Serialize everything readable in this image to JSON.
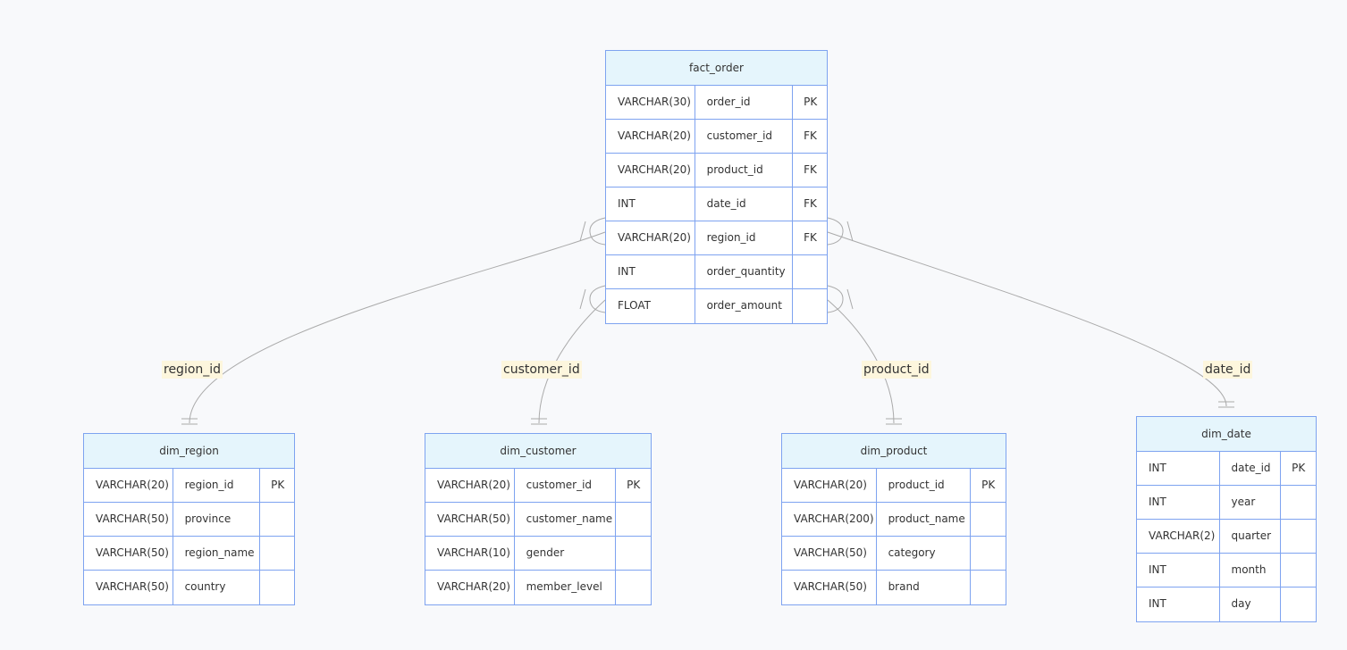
{
  "entities": [
    {
      "id": "fact_order",
      "name": "fact_order",
      "attributes": [
        {
          "type": "VARCHAR(30)",
          "name": "order_id",
          "key": "PK"
        },
        {
          "type": "VARCHAR(20)",
          "name": "customer_id",
          "key": "FK"
        },
        {
          "type": "VARCHAR(20)",
          "name": "product_id",
          "key": "FK"
        },
        {
          "type": "INT",
          "name": "date_id",
          "key": "FK"
        },
        {
          "type": "VARCHAR(20)",
          "name": "region_id",
          "key": "FK"
        },
        {
          "type": "INT",
          "name": "order_quantity",
          "key": ""
        },
        {
          "type": "FLOAT",
          "name": "order_amount",
          "key": ""
        }
      ]
    },
    {
      "id": "dim_region",
      "name": "dim_region",
      "attributes": [
        {
          "type": "VARCHAR(20)",
          "name": "region_id",
          "key": "PK"
        },
        {
          "type": "VARCHAR(50)",
          "name": "province",
          "key": ""
        },
        {
          "type": "VARCHAR(50)",
          "name": "region_name",
          "key": ""
        },
        {
          "type": "VARCHAR(50)",
          "name": "country",
          "key": ""
        }
      ]
    },
    {
      "id": "dim_customer",
      "name": "dim_customer",
      "attributes": [
        {
          "type": "VARCHAR(20)",
          "name": "customer_id",
          "key": "PK"
        },
        {
          "type": "VARCHAR(50)",
          "name": "customer_name",
          "key": ""
        },
        {
          "type": "VARCHAR(10)",
          "name": "gender",
          "key": ""
        },
        {
          "type": "VARCHAR(20)",
          "name": "member_level",
          "key": ""
        }
      ]
    },
    {
      "id": "dim_product",
      "name": "dim_product",
      "attributes": [
        {
          "type": "VARCHAR(20)",
          "name": "product_id",
          "key": "PK"
        },
        {
          "type": "VARCHAR(200)",
          "name": "product_name",
          "key": ""
        },
        {
          "type": "VARCHAR(50)",
          "name": "category",
          "key": ""
        },
        {
          "type": "VARCHAR(50)",
          "name": "brand",
          "key": ""
        }
      ]
    },
    {
      "id": "dim_date",
      "name": "dim_date",
      "attributes": [
        {
          "type": "INT",
          "name": "date_id",
          "key": "PK"
        },
        {
          "type": "INT",
          "name": "year",
          "key": ""
        },
        {
          "type": "VARCHAR(2)",
          "name": "quarter",
          "key": ""
        },
        {
          "type": "INT",
          "name": "month",
          "key": ""
        },
        {
          "type": "INT",
          "name": "day",
          "key": ""
        }
      ]
    }
  ],
  "relationships": [
    {
      "from": "dim_region",
      "to": "fact_order",
      "label": "region_id",
      "from_cardinality": "exactly-one",
      "to_cardinality": "zero-or-more"
    },
    {
      "from": "dim_customer",
      "to": "fact_order",
      "label": "customer_id",
      "from_cardinality": "exactly-one",
      "to_cardinality": "zero-or-more"
    },
    {
      "from": "dim_product",
      "to": "fact_order",
      "label": "product_id",
      "from_cardinality": "exactly-one",
      "to_cardinality": "zero-or-more"
    },
    {
      "from": "dim_date",
      "to": "fact_order",
      "label": "date_id",
      "from_cardinality": "exactly-one",
      "to_cardinality": "zero-or-more"
    }
  ],
  "colors": {
    "entity_border": "#7ea3f0",
    "entity_header": "#e5f5fc",
    "label_background": "#fdf6dd",
    "link_line": "#aaaaaa",
    "background": "#f8f9fb"
  }
}
